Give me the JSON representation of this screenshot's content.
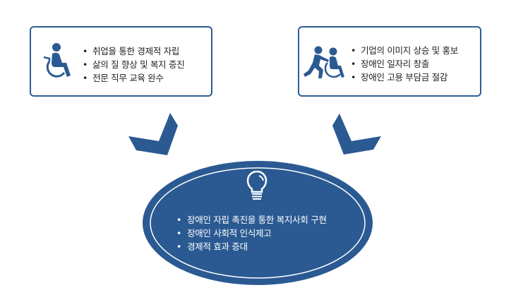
{
  "colors": {
    "accent": "#2b5a92",
    "box_border": "#2d5d94",
    "text": "#222222",
    "ellipse_text": "#ffffff"
  },
  "left_box": {
    "icon": "wheelchair-person-icon",
    "items": [
      "취업을 통한 경제적 자립",
      "삶의 질 향상 및 복지 증진",
      "전문 직무 교육 완수"
    ]
  },
  "right_box": {
    "icon": "person-pushing-wheelchair-icon",
    "items": [
      "기업의 이미지 상승 및 홍보",
      "장애인 일자리 창출",
      "장애인 고용 부담금 절감"
    ]
  },
  "arrows": [
    "arrow-down-right-icon",
    "arrow-down-left-icon"
  ],
  "center": {
    "icon": "lightbulb-icon",
    "items": [
      "장애인 자립 촉진을 통한 복지사회 구현",
      "장애인 사회적 인식제고",
      "경제적 효과 증대"
    ]
  }
}
